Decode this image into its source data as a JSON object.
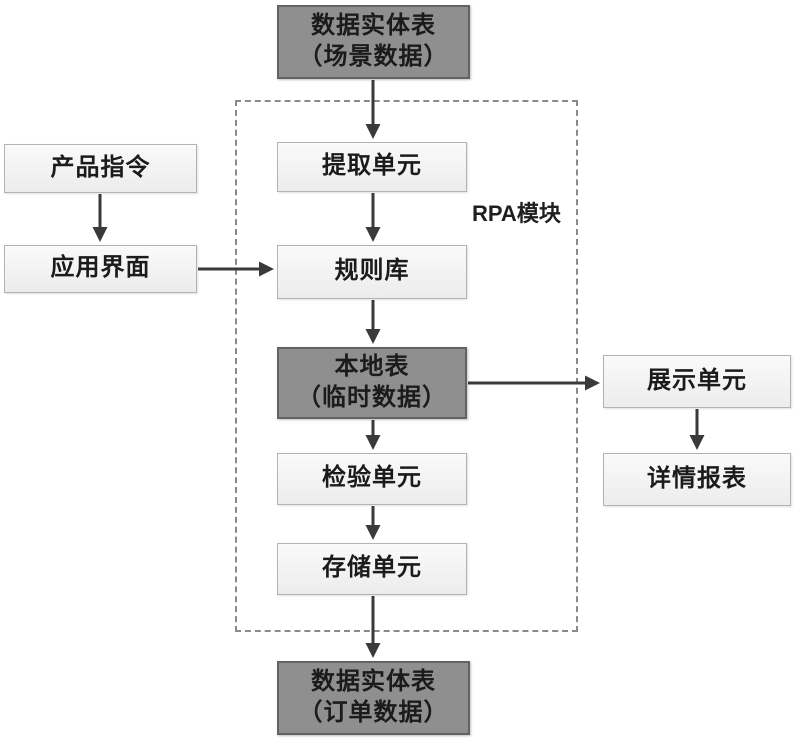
{
  "diagram": {
    "module_label": "RPA模块",
    "nodes": {
      "top_entity": {
        "line1": "数据实体表",
        "line2": "（场景数据）"
      },
      "product_cmd": {
        "label": "产品指令"
      },
      "app_ui": {
        "label": "应用界面"
      },
      "extract_unit": {
        "label": "提取单元"
      },
      "rule_base": {
        "label": "规则库"
      },
      "local_table": {
        "line1": "本地表",
        "line2": "（临时数据）"
      },
      "check_unit": {
        "label": "检验单元"
      },
      "store_unit": {
        "label": "存储单元"
      },
      "display_unit": {
        "label": "展示单元"
      },
      "detail_report": {
        "label": "详情报表"
      },
      "bottom_entity": {
        "line1": "数据实体表",
        "line2": "（订单数据）"
      }
    },
    "colors": {
      "dark_node_fill": "#8f8f8f",
      "dark_node_border": "#636363",
      "light_node_fill": "#f2f2f2",
      "light_node_border": "#b3b3b3",
      "arrow": "#3a3a3a",
      "dashed_frame": "#8a8a8a",
      "text": "#1b1b1b",
      "background": "#ffffff"
    }
  }
}
